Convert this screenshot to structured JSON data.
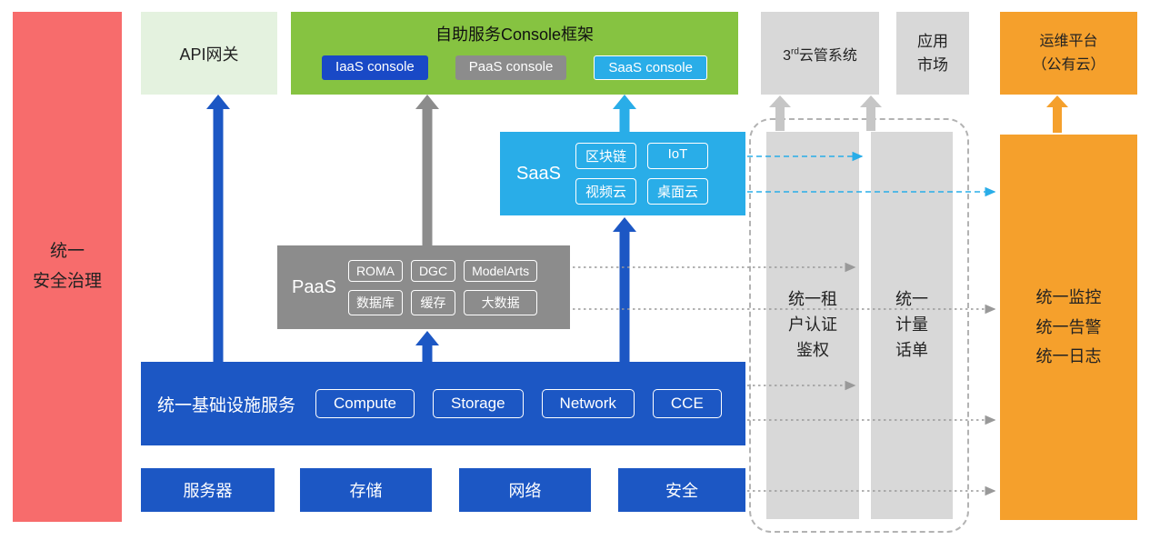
{
  "colors": {
    "security_red": "#F76C6C",
    "api_light_green": "#E4F2DF",
    "console_green": "#86C341",
    "iaas_blue": "#1C57C4",
    "console_btn_blue": "#1949C6",
    "paas_gray": "#8C8C8C",
    "panel_light_gray": "#D8D8D8",
    "saas_cyan": "#29ADE8",
    "ops_orange": "#F5A02C"
  },
  "left_bar": {
    "label": "统一\n安全治理"
  },
  "api_gateway": {
    "label": "API网关"
  },
  "console_framework": {
    "title": "自助服务Console框架",
    "consoles": [
      "IaaS console",
      "PaaS console",
      "SaaS console"
    ]
  },
  "third_party_cms": {
    "base": "3",
    "sup": "rd",
    "rest": "云管系统"
  },
  "app_market": {
    "label": "应用\n市场"
  },
  "ops_platform": {
    "label": "运维平台\n（公有云）"
  },
  "saas": {
    "label": "SaaS",
    "chips": [
      "区块链",
      "IoT",
      "视频云",
      "桌面云"
    ]
  },
  "paas": {
    "label": "PaaS",
    "chips": [
      "ROMA",
      "DGC",
      "ModelArts",
      "数据库",
      "缓存",
      "大数据"
    ]
  },
  "iaas": {
    "label": "统一基础设施服务",
    "chips": [
      "Compute",
      "Storage",
      "Network",
      "CCE"
    ]
  },
  "resources": [
    "服务器",
    "存储",
    "网络",
    "安全"
  ],
  "auth_bar": {
    "label": "统一租\n户认证\n鉴权"
  },
  "billing_bar": {
    "label": "统一\n计量\n话单"
  },
  "monitor_bar": {
    "label": "统一监控\n统一告警\n统一日志"
  }
}
